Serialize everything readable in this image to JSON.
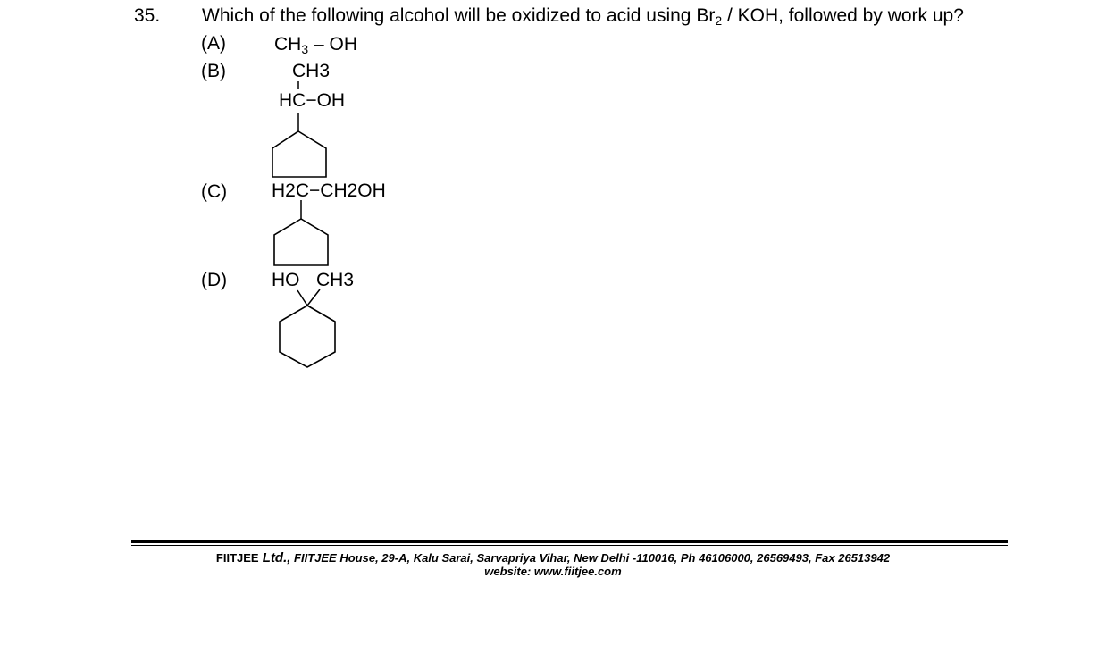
{
  "question": {
    "number": "35.",
    "text_before": "Which of the following alcohol will be oxidized to acid using ",
    "reagent_br": "Br",
    "reagent_sub": "2",
    "reagent_after": " / KOH",
    "text_after": ", followed by work up?"
  },
  "options": {
    "a": {
      "label": "(A)",
      "ch": "CH",
      "sub": "3",
      "rest": " – OH"
    },
    "b": {
      "label": "(B)",
      "top_group": "CH3",
      "middle_group": "HC−OH"
    },
    "c": {
      "label": "(C)",
      "group": "H2C−CH2OH"
    },
    "d": {
      "label": "(D)",
      "left_group": "HO",
      "right_group": "CH3"
    }
  },
  "footer": {
    "brand": "FIITJEE",
    "ltd": " Ltd.,",
    "address": " FIITJEE House, 29-A, Kalu  Sarai, Sarvapriya Vihar, New Delhi -110016, Ph 46106000, 26569493, Fax 26513942",
    "website": "website: www.fiitjee.com"
  }
}
